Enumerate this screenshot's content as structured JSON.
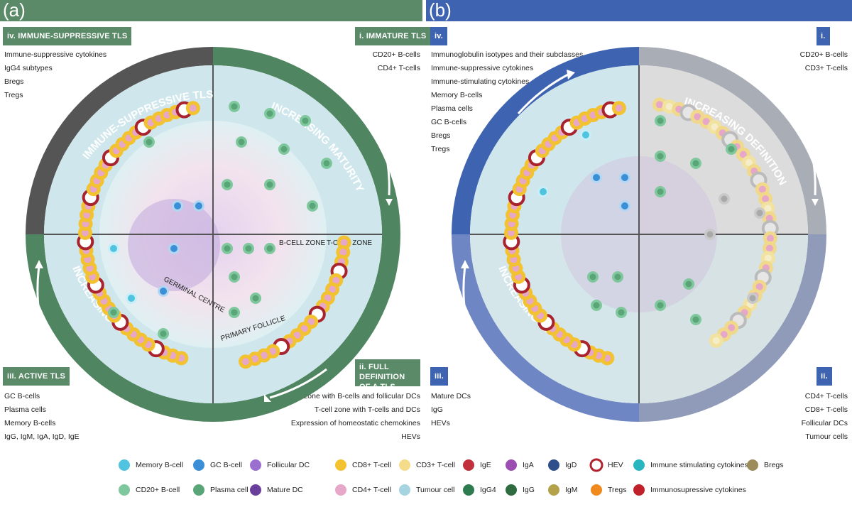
{
  "panel_a": {
    "letter": "(a)",
    "box_iv": "iv.  IMMUNE-SUPPRESSIVE TLS",
    "box_i": "i.  IMMATURE TLS",
    "box_iii": "iii.  ACTIVE TLS",
    "box_ii": "ii.  FULL DEFINITION OF A TLS",
    "notes_iv": [
      "Immune-suppressive cytokines",
      "IgG4 subtypes",
      "Bregs",
      "Tregs"
    ],
    "notes_i": [
      "CD20+ B-cells",
      "CD4+ T-cells"
    ],
    "notes_iii": [
      "GC B-cells",
      "Plasma cells",
      "Memory B-cells",
      "IgG, IgM, IgA, IgD, IgE"
    ],
    "notes_ii": [
      "B-cell zone with B-cells and follicular DCs",
      "T-cell zone with T-cells and DCs",
      "Expression of homeostatic chemokines",
      "HEVs"
    ],
    "ring_top_left": "IMMUNE-SUPPRESSIVE TLS",
    "ring_top_right": "INCREASING MATURITY",
    "ring_bottom": "INCREASING MATURITY",
    "zone_b": "B-CELL ZONE",
    "zone_t": "T-CELL ZONE",
    "germinal": "GERMINAL CENTRE",
    "primary": "PRIMARY FOLLICLE"
  },
  "panel_b": {
    "letter": "(b)",
    "box_iv": "iv.",
    "box_i": "i.",
    "box_iii": "iii.",
    "box_ii": "ii.",
    "notes_iv": [
      "Immunoglobulin isotypes and their subclasses",
      "Immune-suppressive cytokines",
      "Immune-stimulating cytokines",
      "Memory B-cells",
      "Plasma cells",
      "GC B-cells",
      "Bregs",
      "Tregs"
    ],
    "notes_i": [
      "CD20+ B-cells",
      "CD3+ T-cells"
    ],
    "notes_iii": [
      "Mature DCs",
      "IgG",
      "HEVs"
    ],
    "notes_ii": [
      "CD4+ T-cells",
      "CD8+ T-cells",
      "Follicular DCs",
      "Tumour cells"
    ],
    "ring_top": "INCREASING DEFINITION",
    "ring_bottom": "INCREASING DEFINITION"
  },
  "legend": [
    {
      "id": "memory-b-cell",
      "label": "Memory B-cell",
      "color": "#4fc3e0"
    },
    {
      "id": "gc-b-cell",
      "label": "GC B-cell",
      "color": "#3a8fd6"
    },
    {
      "id": "follicular-dc",
      "label": "Follicular DC",
      "color": "#9b6fd0"
    },
    {
      "id": "cd8-t-cell",
      "label": "CD8+ T-cell",
      "color": "#f2c230"
    },
    {
      "id": "cd3-t-cell",
      "label": "CD3+ T-cell",
      "color": "#f5dc8a"
    },
    {
      "id": "ige",
      "label": "IgE",
      "color": "#c0303a"
    },
    {
      "id": "iga",
      "label": "IgA",
      "color": "#9b4fb0"
    },
    {
      "id": "igd",
      "label": "IgD",
      "color": "#2e4f8a"
    },
    {
      "id": "hev",
      "label": "HEV",
      "color": "#b0232e"
    },
    {
      "id": "immune-stimulating-cytokines",
      "label": "Immune stimulating cytokines",
      "color": "#27b6c0"
    },
    {
      "id": "bregs",
      "label": "Bregs",
      "color": "#9b8c5a"
    },
    {
      "id": "cd20-b-cell",
      "label": "CD20+ B-cell",
      "color": "#7fc79c"
    },
    {
      "id": "plasma-cell",
      "label": "Plasma cell",
      "color": "#5aa578"
    },
    {
      "id": "mature-dc",
      "label": "Mature DC",
      "color": "#6a3f9c"
    },
    {
      "id": "cd4-t-cell",
      "label": "CD4+ T-cell",
      "color": "#e7a7c8"
    },
    {
      "id": "tumour-cell",
      "label": "Tumour cell",
      "color": "#a6d4e0"
    },
    {
      "id": "igg4",
      "label": "IgG4",
      "color": "#2e7b50"
    },
    {
      "id": "igg",
      "label": "IgG",
      "color": "#2e6b40"
    },
    {
      "id": "igm",
      "label": "IgM",
      "color": "#b3a24a"
    },
    {
      "id": "tregs",
      "label": "Tregs",
      "color": "#f08a1f"
    },
    {
      "id": "immunosuppressive-cytokines",
      "label": "Immunosupressive cytokines",
      "color": "#c0202a"
    }
  ]
}
